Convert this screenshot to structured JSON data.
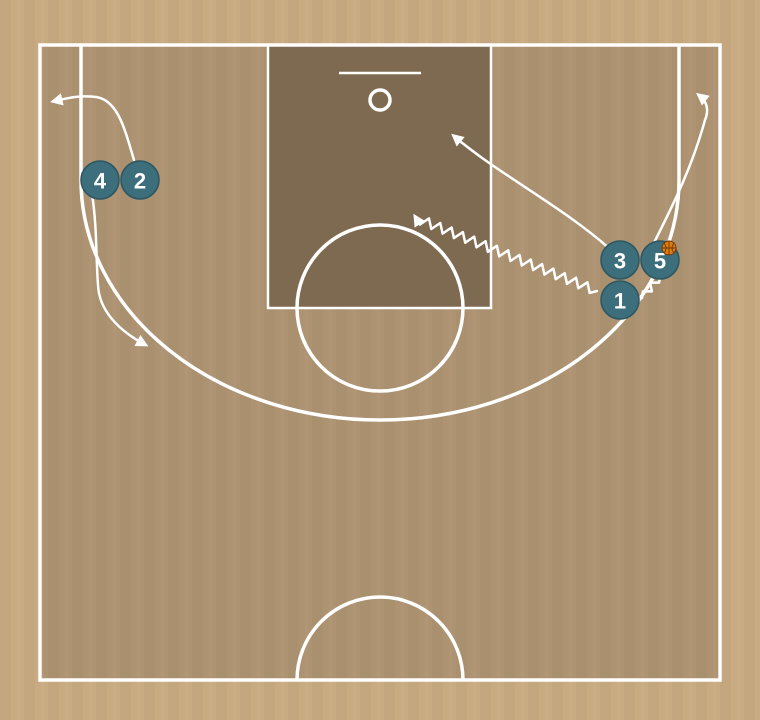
{
  "colors": {
    "court_outer": "#c9ab82",
    "court_inner": "#ad9372",
    "paint": "#7e6a51",
    "lines": "#ffffff",
    "player_fill": "#3c6e7c",
    "ball": "#e07d10"
  },
  "players": [
    {
      "id": "p1",
      "label": "1",
      "has_ball": false
    },
    {
      "id": "p2",
      "label": "2",
      "has_ball": false
    },
    {
      "id": "p3",
      "label": "3",
      "has_ball": false
    },
    {
      "id": "p4",
      "label": "4",
      "has_ball": false
    },
    {
      "id": "p5",
      "label": "5",
      "has_ball": true
    }
  ],
  "actions": [
    {
      "id": "cut-2",
      "type": "cut",
      "from": "2"
    },
    {
      "id": "cut-4",
      "type": "cut",
      "from": "4"
    },
    {
      "id": "cut-3",
      "type": "cut",
      "from": "3"
    },
    {
      "id": "cut-5",
      "type": "cut",
      "from": "5"
    },
    {
      "id": "dribble-1",
      "type": "dribble",
      "from": "1"
    },
    {
      "id": "handoff-5-1",
      "type": "dribble",
      "from": "5"
    }
  ]
}
